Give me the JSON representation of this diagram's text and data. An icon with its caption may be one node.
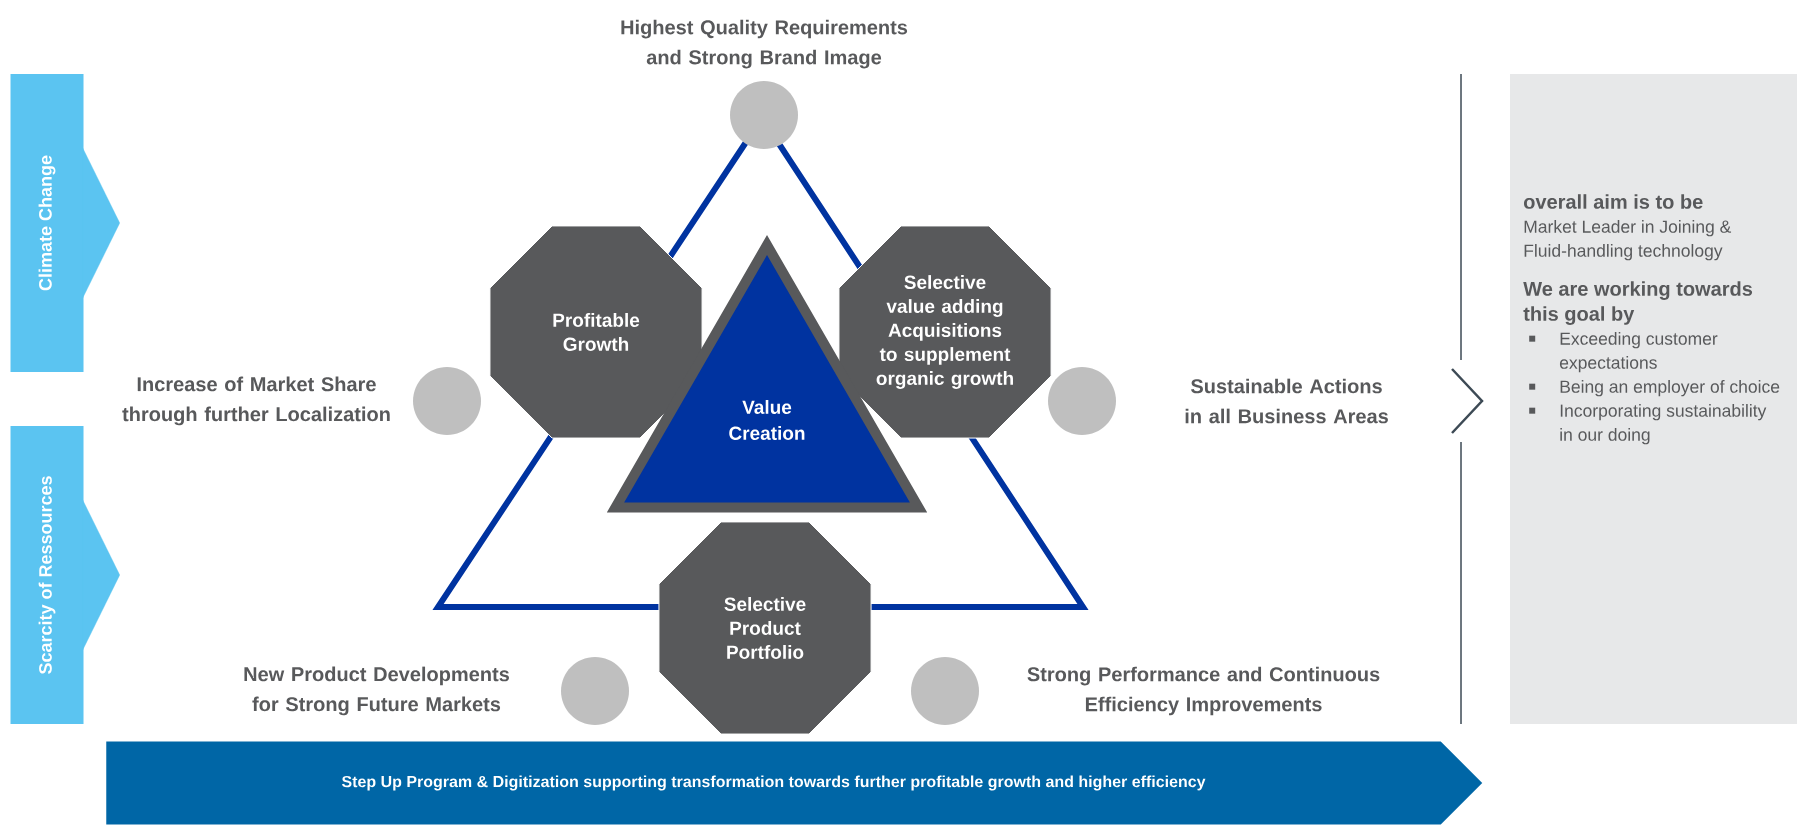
{
  "diagram": {
    "nodes": [
      {
        "text": [
          "Climate Change"
        ]
      },
      {
        "text": [
          "Scarcity of Ressources"
        ]
      },
      {
        "text": [],
        "shape": "circle",
        "beside": [
          "Highest Quality Requirements and Strong Brand Image"
        ]
      },
      {
        "text": [],
        "shape": "circle"
      },
      {
        "text": [],
        "shape": "circle",
        "beside": [
          "Sustainable Actions in all Business Areas"
        ]
      },
      {
        "text": [],
        "shape": "circle"
      },
      {
        "text": [],
        "shape": "circle"
      },
      {
        "text": [
          "Profitable Growth"
        ]
      },
      {
        "text": [
          "Selective value adding Acquisitions to supplement organic growth"
        ]
      },
      {
        "text": [
          "Value Creation"
        ]
      },
      {
        "text": [
          "Selective Product Portfolio"
        ]
      },
      {
        "text": [
          "overall aim is to be",
          "Market Leader in Joining & Fluid-handling technology",
          "We are working towards this goal by",
          "Exceeding customer expectations",
          "Being an employer of choice",
          "Incorporating sustainability in our doing"
        ]
      },
      {
        "text": [
          "Step Up Program & Digitization supporting transformation towards further profitable growth and higher efficiency"
        ]
      }
    ],
    "labels": [
      "Increase of Market Share through further Localization",
      "New Product Developments for Strong Future Markets",
      "Strong Performance and Continuous Efficiency Improvements"
    ],
    "edges": [
      {
        "from": 0,
        "to": null,
        "arrow": "to"
      },
      {
        "from": 1,
        "to": null,
        "arrow": "to"
      }
    ]
  }
}
